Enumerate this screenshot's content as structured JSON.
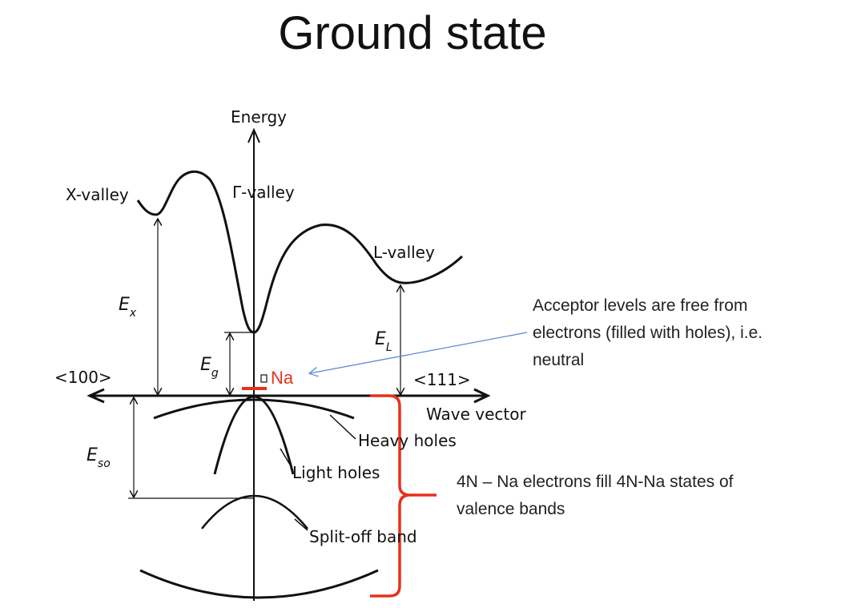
{
  "title": "Ground state",
  "labels": {
    "energy": "Energy",
    "x_valley": "X-valley",
    "gamma_valley": "Γ-valley",
    "l_valley": "L-valley",
    "dir_100": "<100>",
    "dir_111": "<111>",
    "wave_vector": "Wave vector",
    "heavy_holes": "Heavy holes",
    "light_holes": "Light holes",
    "split_off": "Split-off band",
    "na": "Na"
  },
  "energies": {
    "ex": {
      "main": "E",
      "sub": "x"
    },
    "eg": {
      "main": "E",
      "sub": "g"
    },
    "el": {
      "main": "E",
      "sub": "L"
    },
    "eso": {
      "main": "E",
      "sub": "so"
    }
  },
  "annotations": {
    "acceptor_line1": "Acceptor levels are free from",
    "acceptor_line2": "electrons (filled with holes), i.e.",
    "acceptor_line3": "neutral",
    "valence_line1": "4N – Na electrons fill 4N-Na states of",
    "valence_line2": "valence bands"
  },
  "colors": {
    "curve": "#111111",
    "accent_red": "#e8301c",
    "pointer_blue": "#5b8bd0"
  }
}
